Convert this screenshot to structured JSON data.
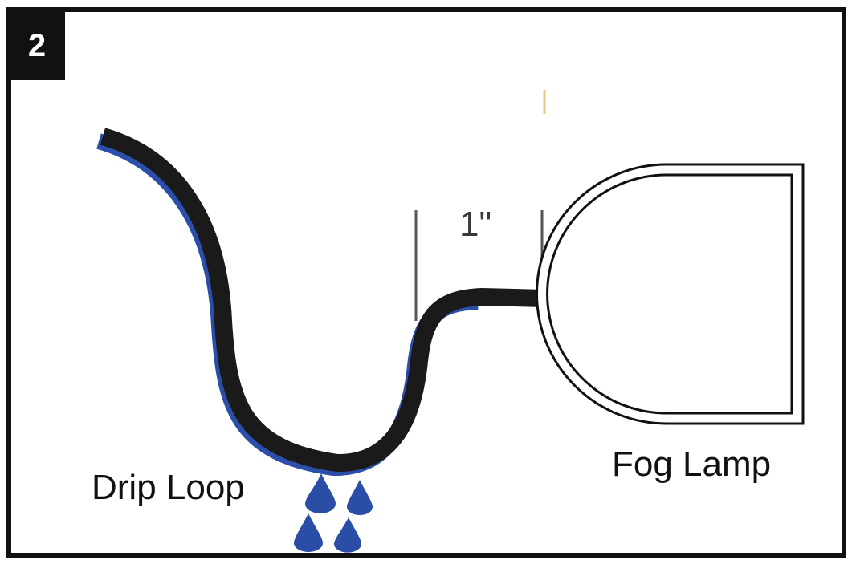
{
  "step": {
    "number": "2"
  },
  "labels": {
    "drip_loop": "Drip Loop",
    "fog_lamp": "Fog Lamp",
    "dimension": "1\""
  },
  "icons": {
    "cable": "wire-cable-icon",
    "lamp": "fog-lamp-housing-icon",
    "drops": "water-drop-icon"
  },
  "colors": {
    "cable": "#1a1a1a",
    "cable_edge": "#2b4ea8",
    "water": "#2a4ea6",
    "frame": "#111111",
    "badge_bg": "#111111",
    "badge_text": "#ffffff"
  }
}
